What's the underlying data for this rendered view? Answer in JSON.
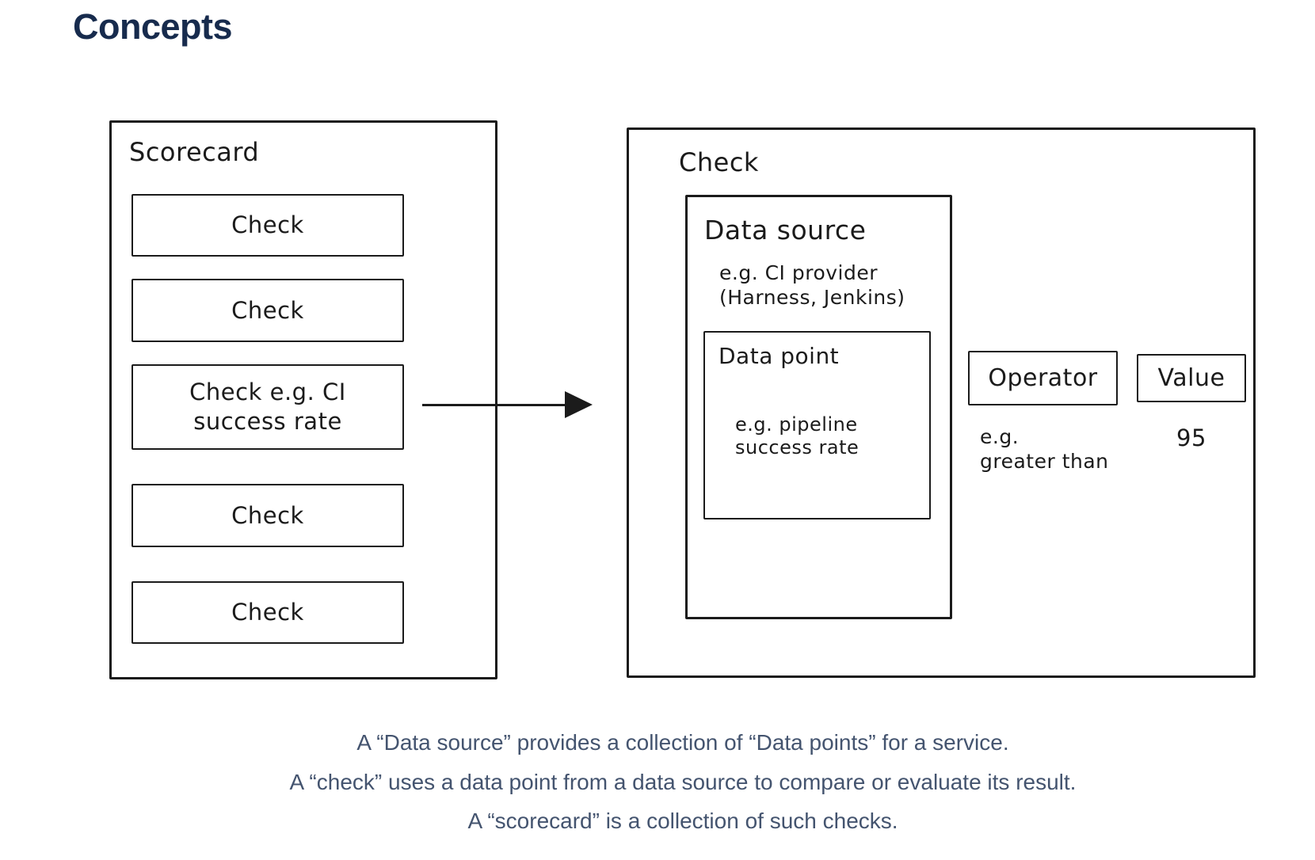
{
  "page": {
    "title": "Concepts"
  },
  "colors": {
    "heading_text": "#172b4d",
    "caption_text": "#44546f",
    "diagram_stroke": "#1b1b1b",
    "background": "#ffffff"
  },
  "scorecard": {
    "label": "Scorecard",
    "checks": [
      {
        "lines": [
          "Check"
        ]
      },
      {
        "lines": [
          "Check"
        ]
      },
      {
        "lines": [
          "Check e.g. CI",
          "success rate"
        ]
      },
      {
        "lines": [
          "Check"
        ]
      },
      {
        "lines": [
          "Check"
        ]
      }
    ]
  },
  "check_panel": {
    "label": "Check",
    "data_source": {
      "label": "Data source",
      "example_line1": "e.g. CI provider",
      "example_line2": "(Harness, Jenkins)",
      "data_point": {
        "label": "Data point",
        "example_line1": "e.g. pipeline",
        "example_line2": "success rate"
      }
    },
    "operator": {
      "label": "Operator",
      "example_line1": "e.g.",
      "example_line2": "greater than"
    },
    "value": {
      "label": "Value",
      "example": "95"
    }
  },
  "footnote": {
    "line1": "A “Data source” provides a collection of “Data points” for a service.",
    "line2": "A “check” uses a data point from a data source to compare or evaluate its result.",
    "line3": "A “scorecard” is a collection of such checks."
  }
}
